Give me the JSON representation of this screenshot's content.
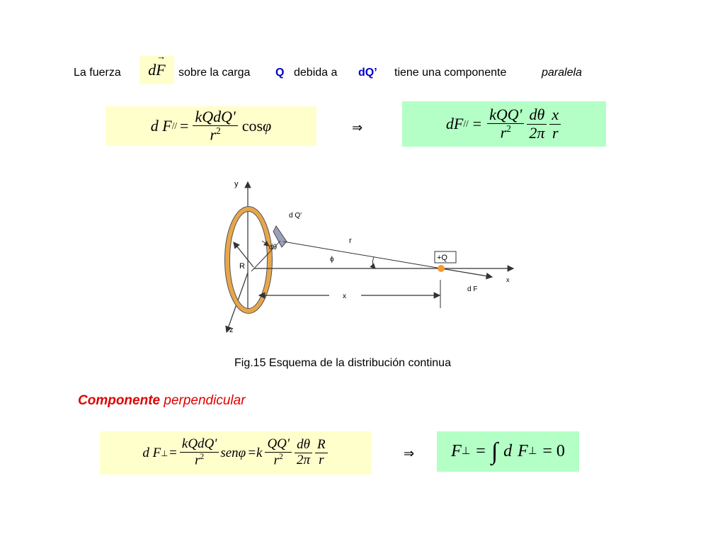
{
  "intro": {
    "text1": "La fuerza",
    "dF_d": "d",
    "dF_F": "F",
    "dF_arrow": "→",
    "text2": "sobre la carga",
    "Q": "Q",
    "text3": "debida a",
    "dQp": "dQ’",
    "text4": "tiene una componente",
    "paralela": "paralela"
  },
  "eq1": {
    "lhs": "d F",
    "sub": "//",
    "equals": "=",
    "num": "kQdQ'",
    "den_r": "r",
    "den_exp": "2",
    "cos": "cos",
    "phi": "φ"
  },
  "arrow1": "⇒",
  "eq2": {
    "lhs": "dF",
    "sub": "//",
    "equals": "=",
    "num1": "kQQ'",
    "den1_r": "r",
    "den1_exp": "2",
    "num2": "dθ",
    "den2": "2π",
    "num3": "x",
    "den3": "r"
  },
  "figure": {
    "y": "y",
    "z": "z",
    "x": "x",
    "dQ": "d Q'",
    "dtheta": "dθ",
    "R": "R",
    "r": "r",
    "phi": "ϕ",
    "plusQ": "+Q",
    "dF": "d F",
    "xdist": "x"
  },
  "caption": "Fig.15  Esquema de la distribución continua",
  "heading": {
    "part1": "Componente",
    "part2": "perpendicular"
  },
  "eq3": {
    "lhs": "d F",
    "sub": "⊥",
    "equals": "=",
    "num1": "kQdQ'",
    "den1_r": "r",
    "den1_exp": "2",
    "sen": "senφ",
    "equals2": "=k",
    "num2": "QQ'",
    "den2_r": "r",
    "den2_exp": "2",
    "num3": "dθ",
    "den3": "2π",
    "num4": "R",
    "den4": "r"
  },
  "arrow2": "⇒",
  "eq4": {
    "F": "F",
    "sub": "⊥",
    "equals": "=",
    "integral": "∫",
    "d": "d",
    "F2": "F",
    "sub2": "⊥",
    "equals2": "= 0"
  }
}
